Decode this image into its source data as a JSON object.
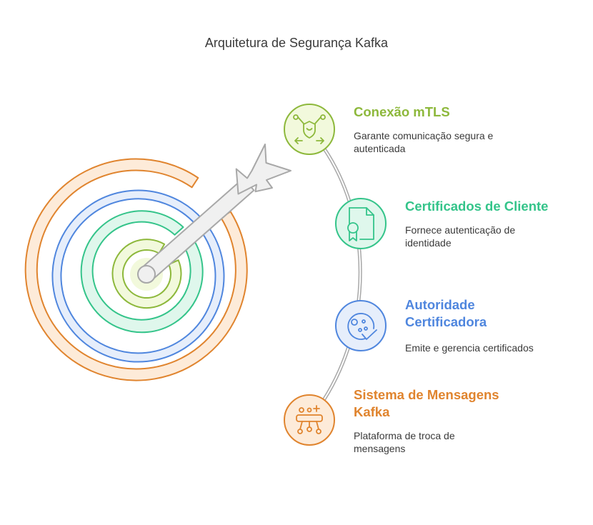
{
  "title": "Arquitetura de Segurança Kafka",
  "items": [
    {
      "title_lines": [
        "Conexão mTLS"
      ],
      "desc_lines": [
        "Garante comunicação segura e",
        "autenticada"
      ],
      "color": "#8db83b",
      "fill": "#f2f9dc",
      "icon": "network-shield-icon"
    },
    {
      "title_lines": [
        "Certificados de Cliente"
      ],
      "desc_lines": [
        "Fornece autenticação de",
        "identidade"
      ],
      "color": "#34c48a",
      "fill": "#dff7ec",
      "icon": "certificate-document-icon"
    },
    {
      "title_lines": [
        "Autoridade",
        "Certificadora"
      ],
      "desc_lines": [
        "Emite e gerencia certificados"
      ],
      "color": "#4f86de",
      "fill": "#e6eefb",
      "icon": "certificate-authority-seal-icon"
    },
    {
      "title_lines": [
        "Sistema de Mensagens",
        "Kafka"
      ],
      "desc_lines": [
        "Plataforma de troca de",
        "mensagens"
      ],
      "color": "#e0842e",
      "fill": "#fdebd9",
      "icon": "kafka-cluster-icon"
    }
  ]
}
